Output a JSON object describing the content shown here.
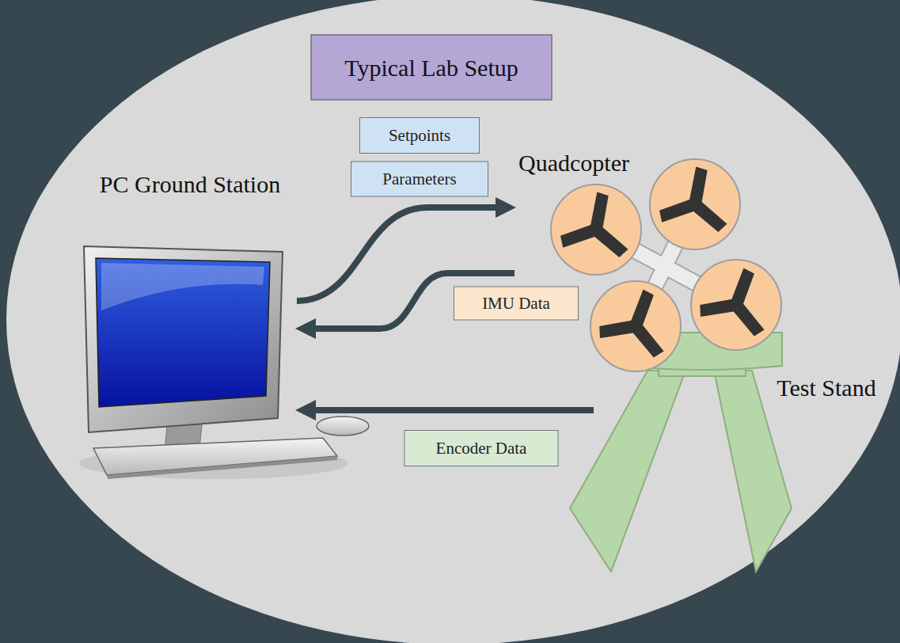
{
  "diagram": {
    "title": "Typical Lab Setup",
    "nodes": [
      {
        "text": [
          "PC Ground Station"
        ]
      },
      {
        "text": [
          "Quadcopter"
        ]
      },
      {
        "text": [
          "Test Stand"
        ]
      }
    ],
    "edges": [
      {
        "from": 0,
        "to": 1,
        "arrow": "to",
        "label": "Setpoints"
      },
      {
        "from": 1,
        "to": 0,
        "arrow": "to",
        "label": "IMU Data"
      },
      {
        "from": 2,
        "to": 0,
        "arrow": "to",
        "label": "Encoder Data"
      }
    ],
    "labels": [
      "Parameters"
    ]
  }
}
